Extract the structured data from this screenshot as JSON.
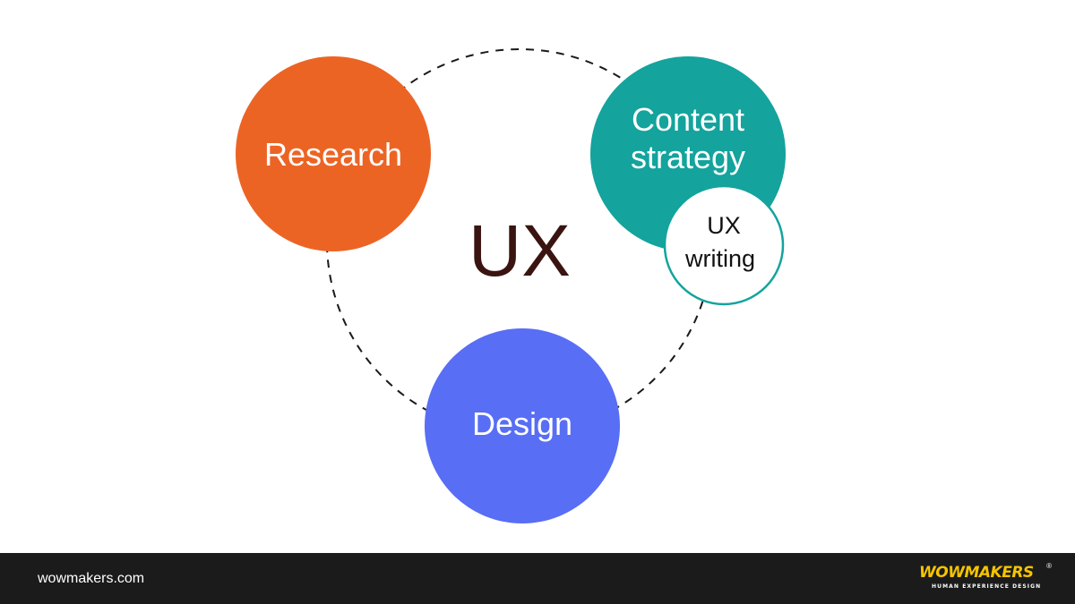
{
  "diagram": {
    "center_label": "UX",
    "nodes": {
      "research": {
        "label": "Research",
        "color": "#ec6424"
      },
      "content_strategy": {
        "label_line1": "Content",
        "label_line2": "strategy",
        "color": "#14a39d"
      },
      "ux_writing": {
        "label_line1": "UX",
        "label_line2": "writing",
        "border_color": "#14a39d"
      },
      "design": {
        "label": "Design",
        "color": "#586ef5"
      }
    },
    "center_color": "#3a1410",
    "connector_color": "#1a1a1a"
  },
  "footer": {
    "url": "wowmakers.com",
    "logo_text": "WOWMAKERS",
    "logo_registered": "®",
    "logo_tagline": "HUMAN EXPERIENCE DESIGN",
    "logo_color": "#f5c400"
  }
}
